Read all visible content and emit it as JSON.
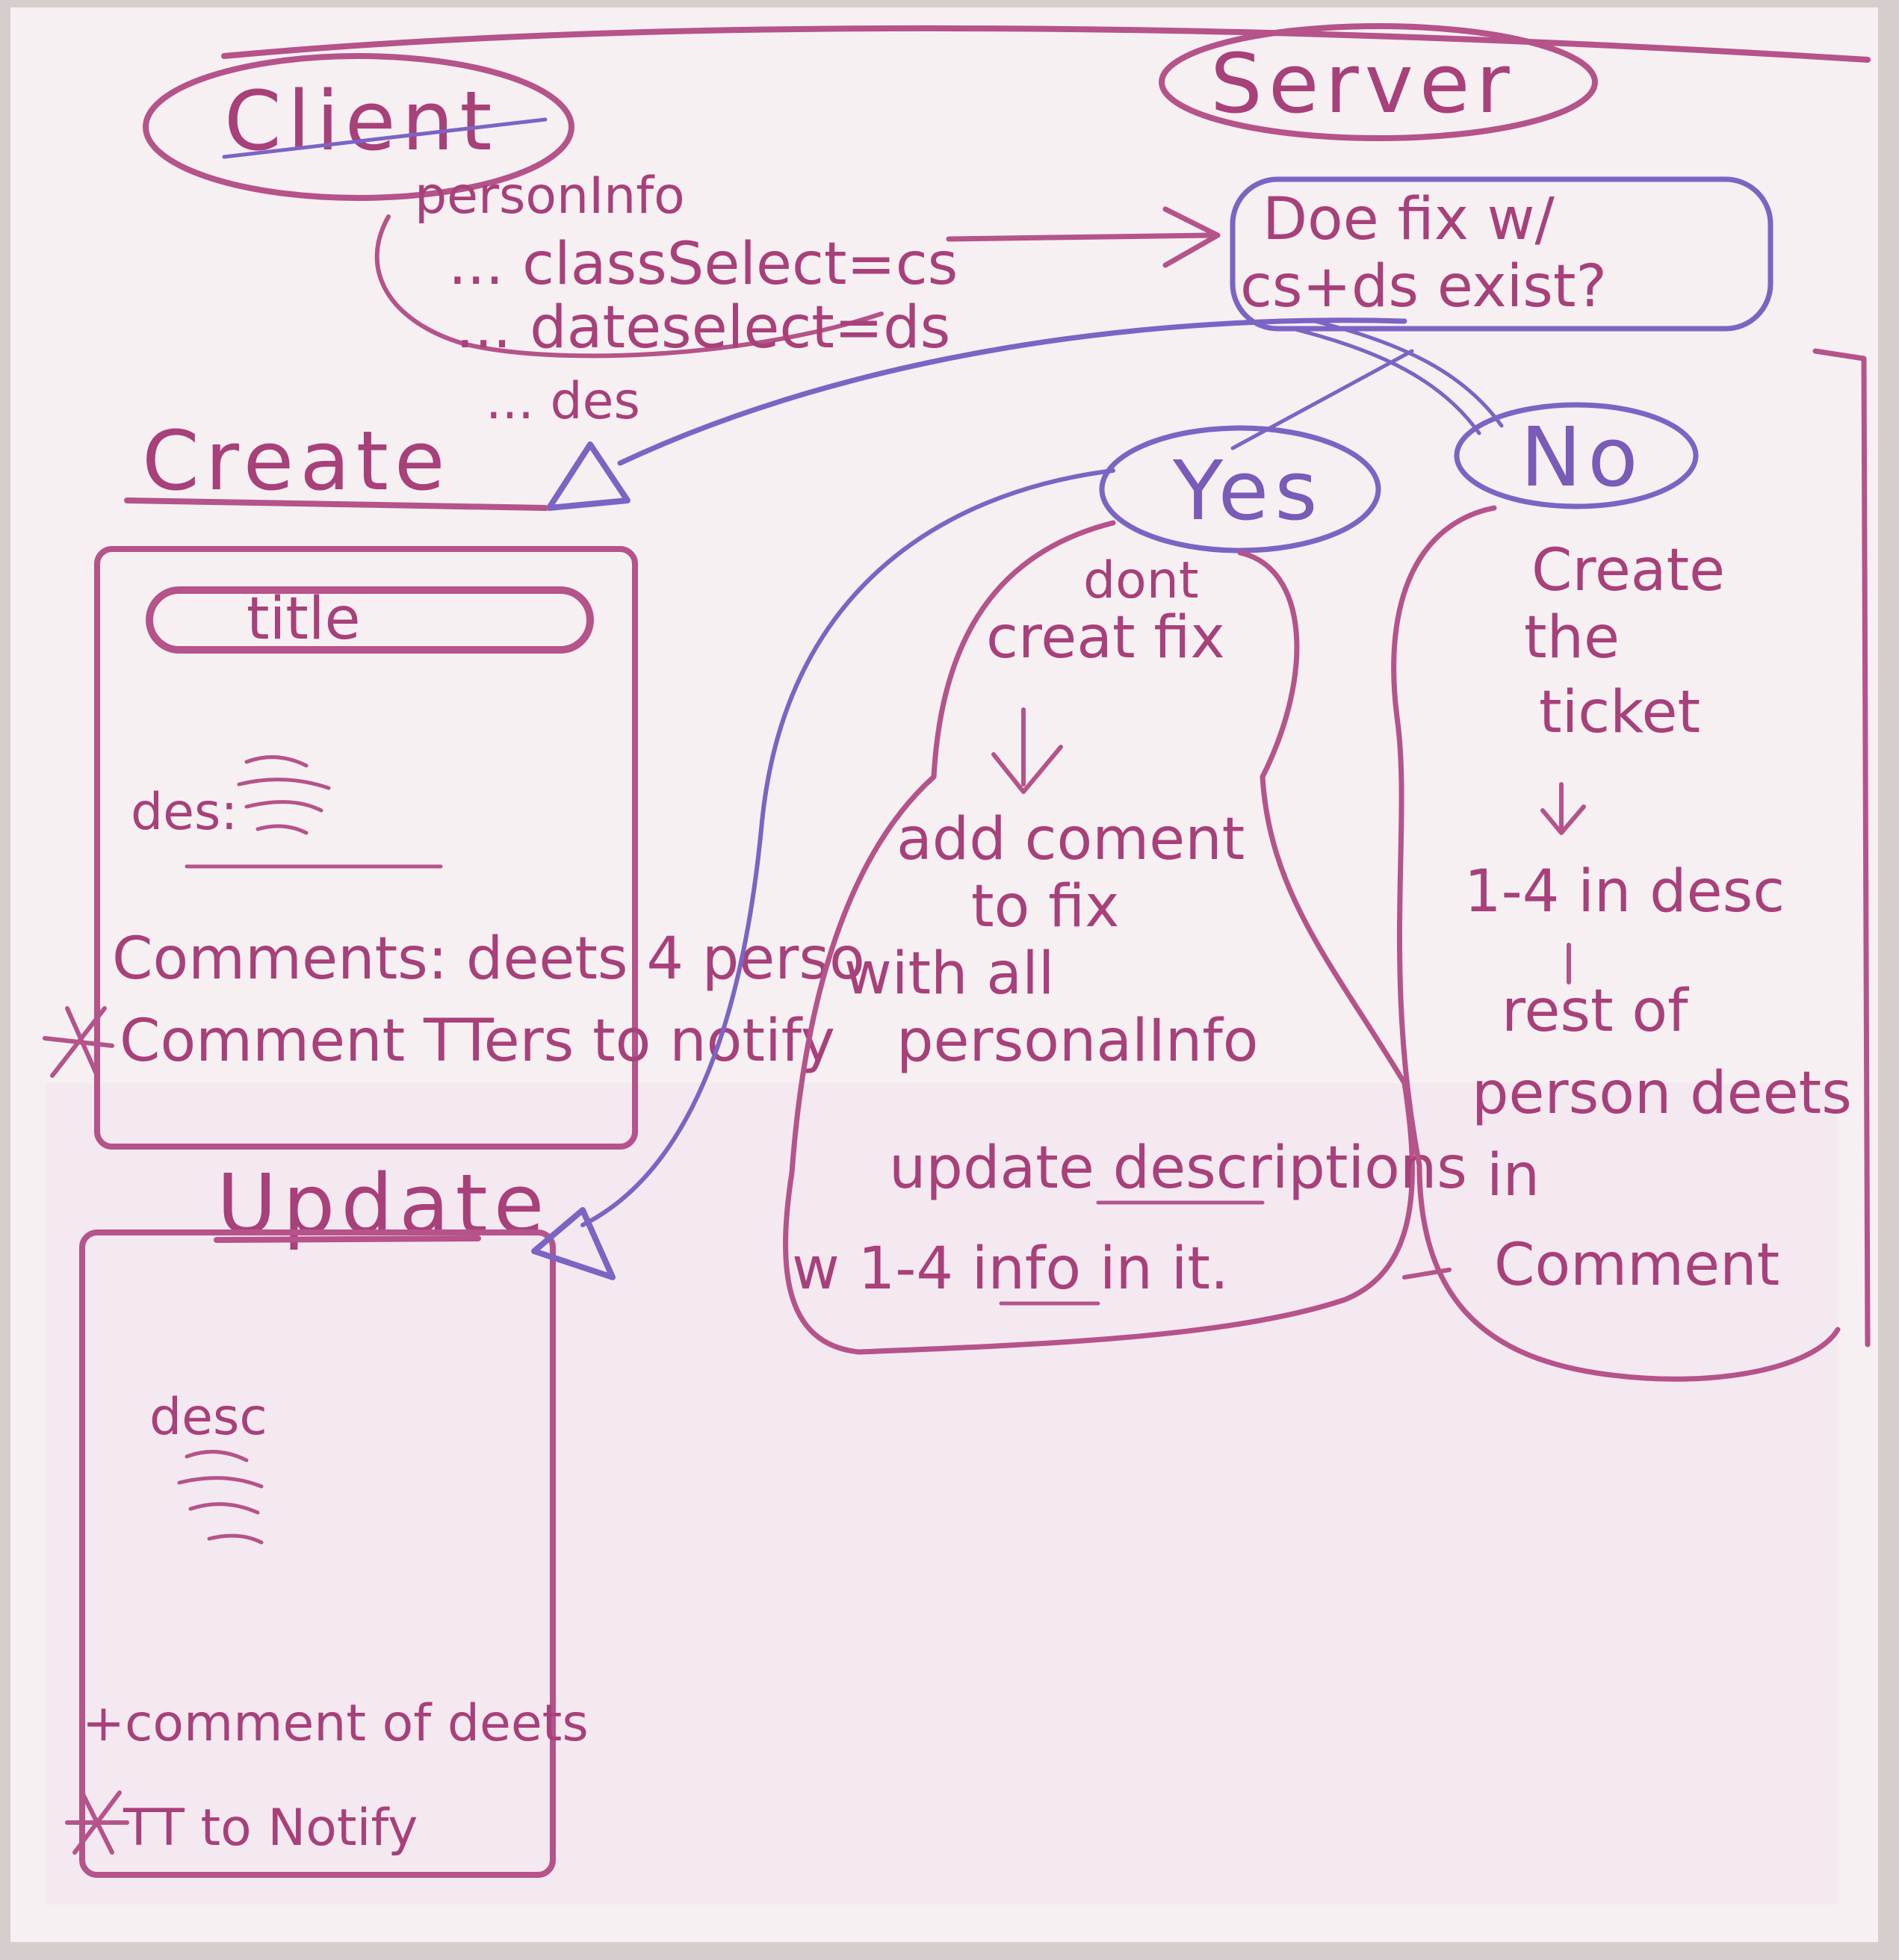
{
  "colors": {
    "board": "#f7f2f4",
    "frame": "#cfc8c6",
    "ink_pink": "#b5538a",
    "ink_purple": "#7c64c4"
  },
  "client": {
    "title": "Client",
    "person_info": "personInfo",
    "class_select": "... classSelect=cs",
    "date_select": "... dateselect=ds",
    "desc": "... des"
  },
  "server": {
    "title": "Server",
    "question_line1": "Doe fix w/",
    "question_line2": "cs+ds exist?"
  },
  "create": {
    "title": "Create",
    "title_field": "title",
    "des_label": "des:",
    "comments": "Comments: deets 4 perso",
    "notify": "Comment TTers to notify"
  },
  "update": {
    "title": "Update",
    "desc_label": "desc",
    "comment": "+comment of deets",
    "notify": "TT to Notify"
  },
  "yes_branch": {
    "label": "Yes",
    "line1": "dont",
    "line2": "creat fix",
    "line3": "add coment",
    "line4": "to fix",
    "line5": "with all",
    "line6": "personalInfo",
    "line7": "update descriptions",
    "line8": "w 1-4 info in it."
  },
  "no_branch": {
    "label": "No",
    "line1": "Create",
    "line2": "the",
    "line3": "ticket",
    "line4": "1-4 in desc",
    "line5": "rest of",
    "line6": "person deets",
    "line7": "in",
    "line8": "Comment"
  }
}
